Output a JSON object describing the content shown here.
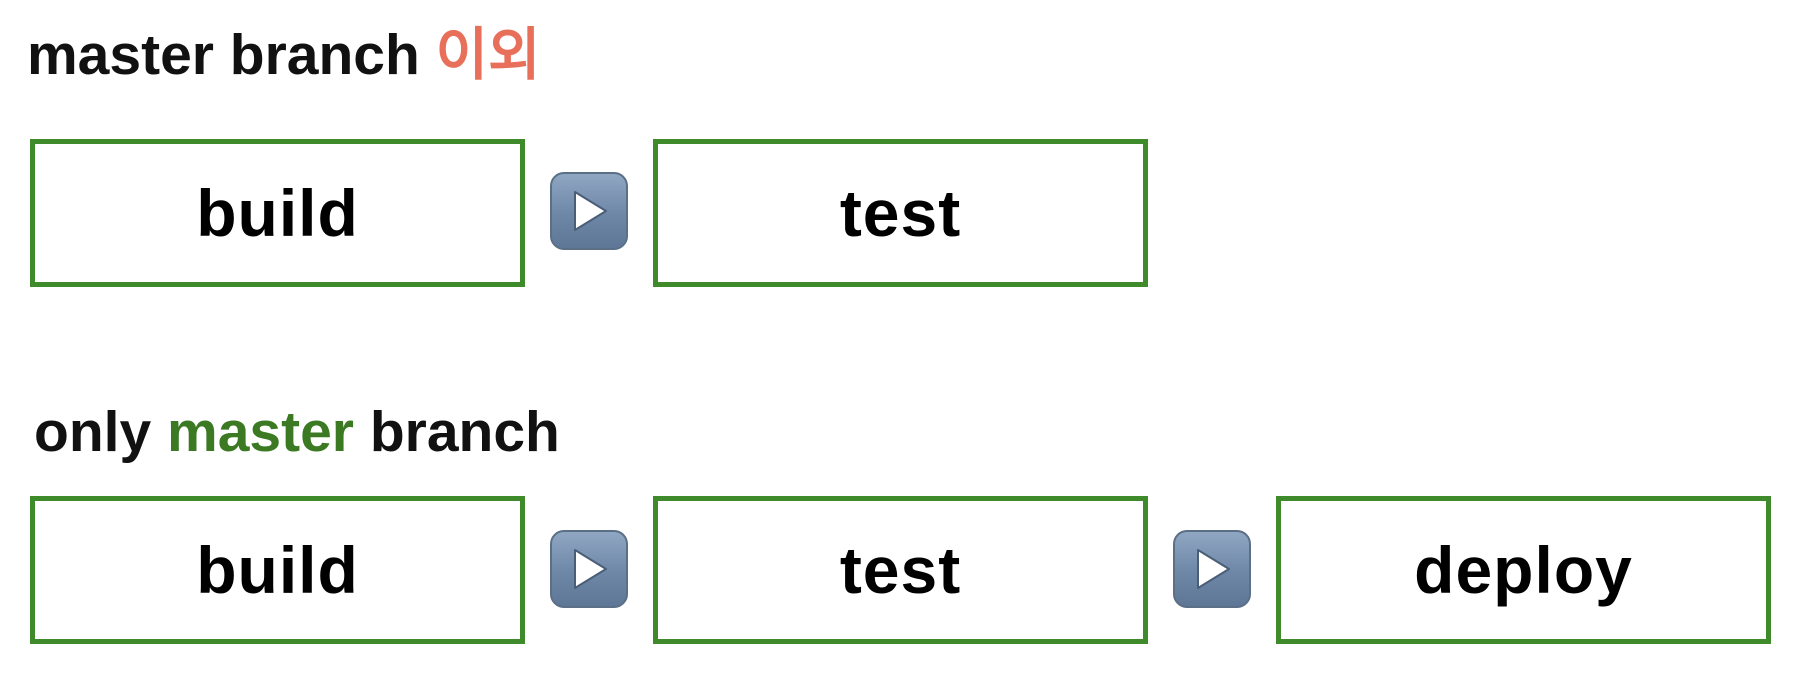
{
  "section_1": {
    "title_prefix": "master branch",
    "title_suffix": "이외",
    "stages": [
      "build",
      "test"
    ]
  },
  "section_2": {
    "title_prefix": "only",
    "title_highlight": "master",
    "title_suffix": "branch",
    "stages": [
      "build",
      "test",
      "deploy"
    ]
  },
  "colors": {
    "stage_border": "#3f8a2a",
    "highlight_green": "#3b7a23",
    "highlight_red": "#e8705a",
    "arrow_fill": "#7a93b2"
  },
  "icons": {
    "arrow": "play-arrow-icon"
  }
}
